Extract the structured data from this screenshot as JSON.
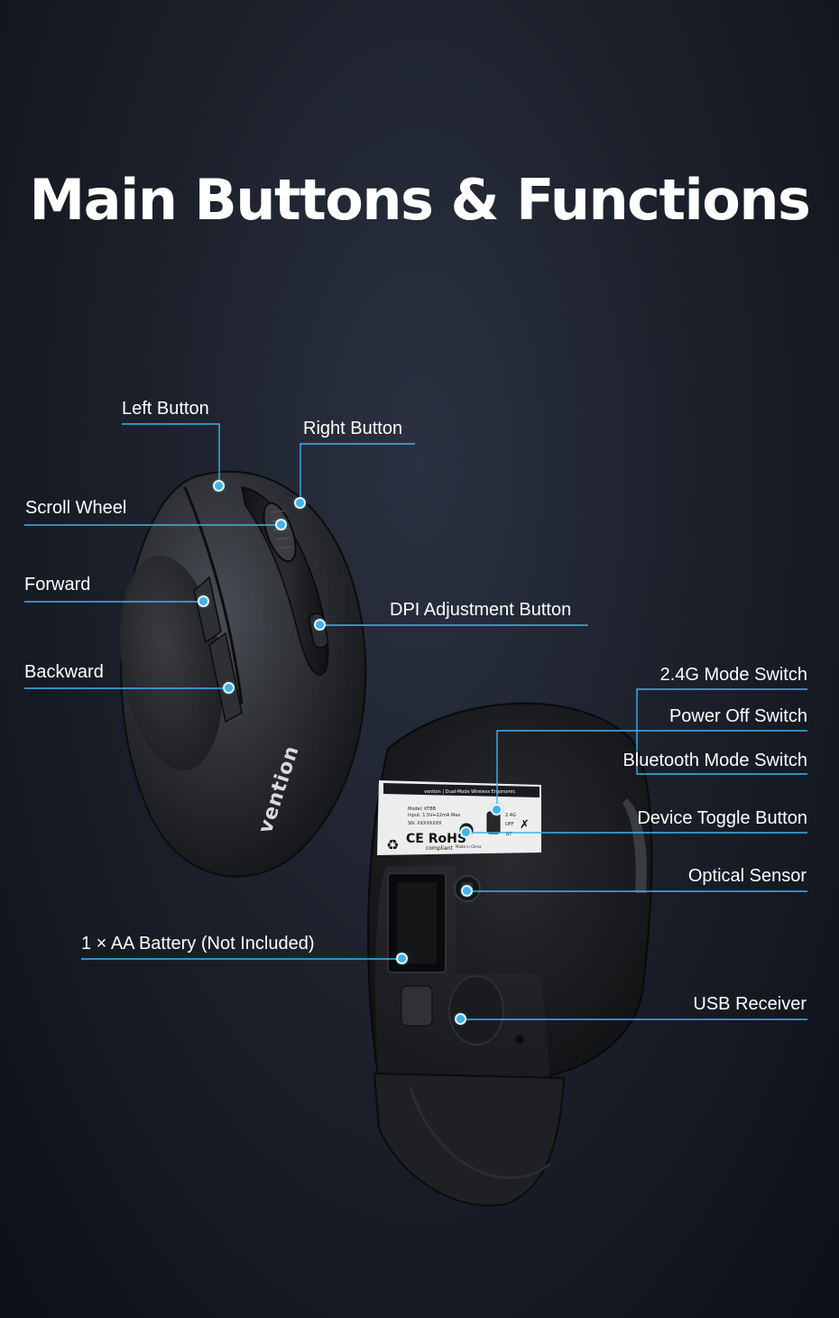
{
  "title": "Main Buttons & Functions",
  "brand": "vention",
  "accent_color": "#3fb3ea",
  "callouts": {
    "left_button": "Left Button",
    "right_button": "Right Button",
    "scroll_wheel": "Scroll Wheel",
    "forward": "Forward",
    "backward": "Backward",
    "dpi_button": "DPI Adjustment Button",
    "mode_24g": "2.4G Mode Switch",
    "power_off": "Power Off Switch",
    "bluetooth_mode": "Bluetooth Mode Switch",
    "device_toggle": "Device Toggle Button",
    "optical_sensor": "Optical Sensor",
    "battery": "1 × AA Battery (Not Included)",
    "usb_receiver": "USB Receiver"
  },
  "bottom_label": {
    "line1": "vention | Dual-Mode Wireless Ergonomic",
    "line2": "Model: KTBB",
    "line3": "Input: 1.5V⎓12mA Max",
    "line4": "SN: XXXXXXXX",
    "compliance": "CE RoHS",
    "compliant": "compliant",
    "made_in": "Made in China",
    "switch_24g": "2.4G",
    "switch_off": "OFF",
    "switch_bt": "BT"
  }
}
